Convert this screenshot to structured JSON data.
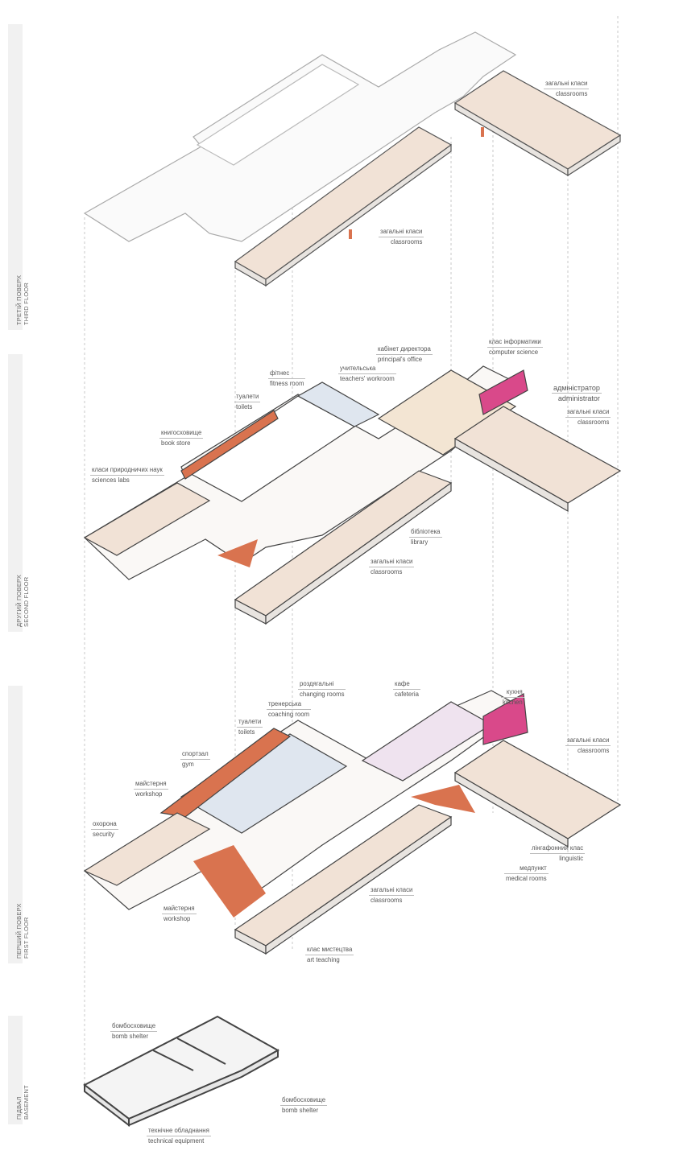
{
  "floors": {
    "third": {
      "ua": "ТРЕТІЙ ПОВЕРХ",
      "en": "THIRD FLOOR",
      "labels": [
        {
          "ua": "загальні класи",
          "en": "classrooms"
        },
        {
          "ua": "загальні класи",
          "en": "classrooms"
        }
      ]
    },
    "second": {
      "ua": "ДРУГИЙ ПОВЕРХ",
      "en": "SECOND FLOOR",
      "labels": [
        {
          "ua": "фітнес",
          "en": "fitness room"
        },
        {
          "ua": "туалети",
          "en": "toilets"
        },
        {
          "ua": "учительська",
          "en": "teachers' workroom"
        },
        {
          "ua": "кабінет директора",
          "en": "principal's office"
        },
        {
          "ua": "клас інформатики",
          "en": "computer science"
        },
        {
          "ua": "адміністратор",
          "en": "administrator"
        },
        {
          "ua": "загальні класи",
          "en": "classrooms"
        },
        {
          "ua": "книгосховище",
          "en": "book store"
        },
        {
          "ua": "класи природничих наук",
          "en": "sciences labs"
        },
        {
          "ua": "бібліотека",
          "en": "library"
        },
        {
          "ua": "загальні класи",
          "en": "classrooms"
        }
      ]
    },
    "first": {
      "ua": "ПЕРШИЙ ПОВЕРХ",
      "en": "FIRST FLOOR",
      "labels": [
        {
          "ua": "роздягальні",
          "en": "changing rooms"
        },
        {
          "ua": "кафе",
          "en": "cafeteria"
        },
        {
          "ua": "кухня",
          "en": "kitchen"
        },
        {
          "ua": "тренерська",
          "en": "coaching room"
        },
        {
          "ua": "туалети",
          "en": "toilets"
        },
        {
          "ua": "спортзал",
          "en": "gym"
        },
        {
          "ua": "загальні класи",
          "en": "classrooms"
        },
        {
          "ua": "майстерня",
          "en": "workshop"
        },
        {
          "ua": "охорона",
          "en": "security"
        },
        {
          "ua": "лінгафонний клас",
          "en": "linguistic"
        },
        {
          "ua": "медпункт",
          "en": "medical rooms"
        },
        {
          "ua": "загальні класи",
          "en": "classrooms"
        },
        {
          "ua": "майстерня",
          "en": "workshop"
        },
        {
          "ua": "клас мистецтва",
          "en": "art teaching"
        }
      ]
    },
    "basement": {
      "ua": "ПІДВАЛ",
      "en": "BASEMENT",
      "labels": [
        {
          "ua": "бомбосховище",
          "en": "bomb shelter"
        },
        {
          "ua": "бомбосховище",
          "en": "bomb shelter"
        },
        {
          "ua": "технічне обладнання",
          "en": "technical equipment"
        }
      ]
    }
  },
  "colors": {
    "wall": "#3a3a3a",
    "slab": "#f7f5f3",
    "classroom": "#f1e2d6",
    "accent_orange": "#d9734f",
    "accent_pink": "#d9498a",
    "gym_blue": "#dfe6ef"
  }
}
